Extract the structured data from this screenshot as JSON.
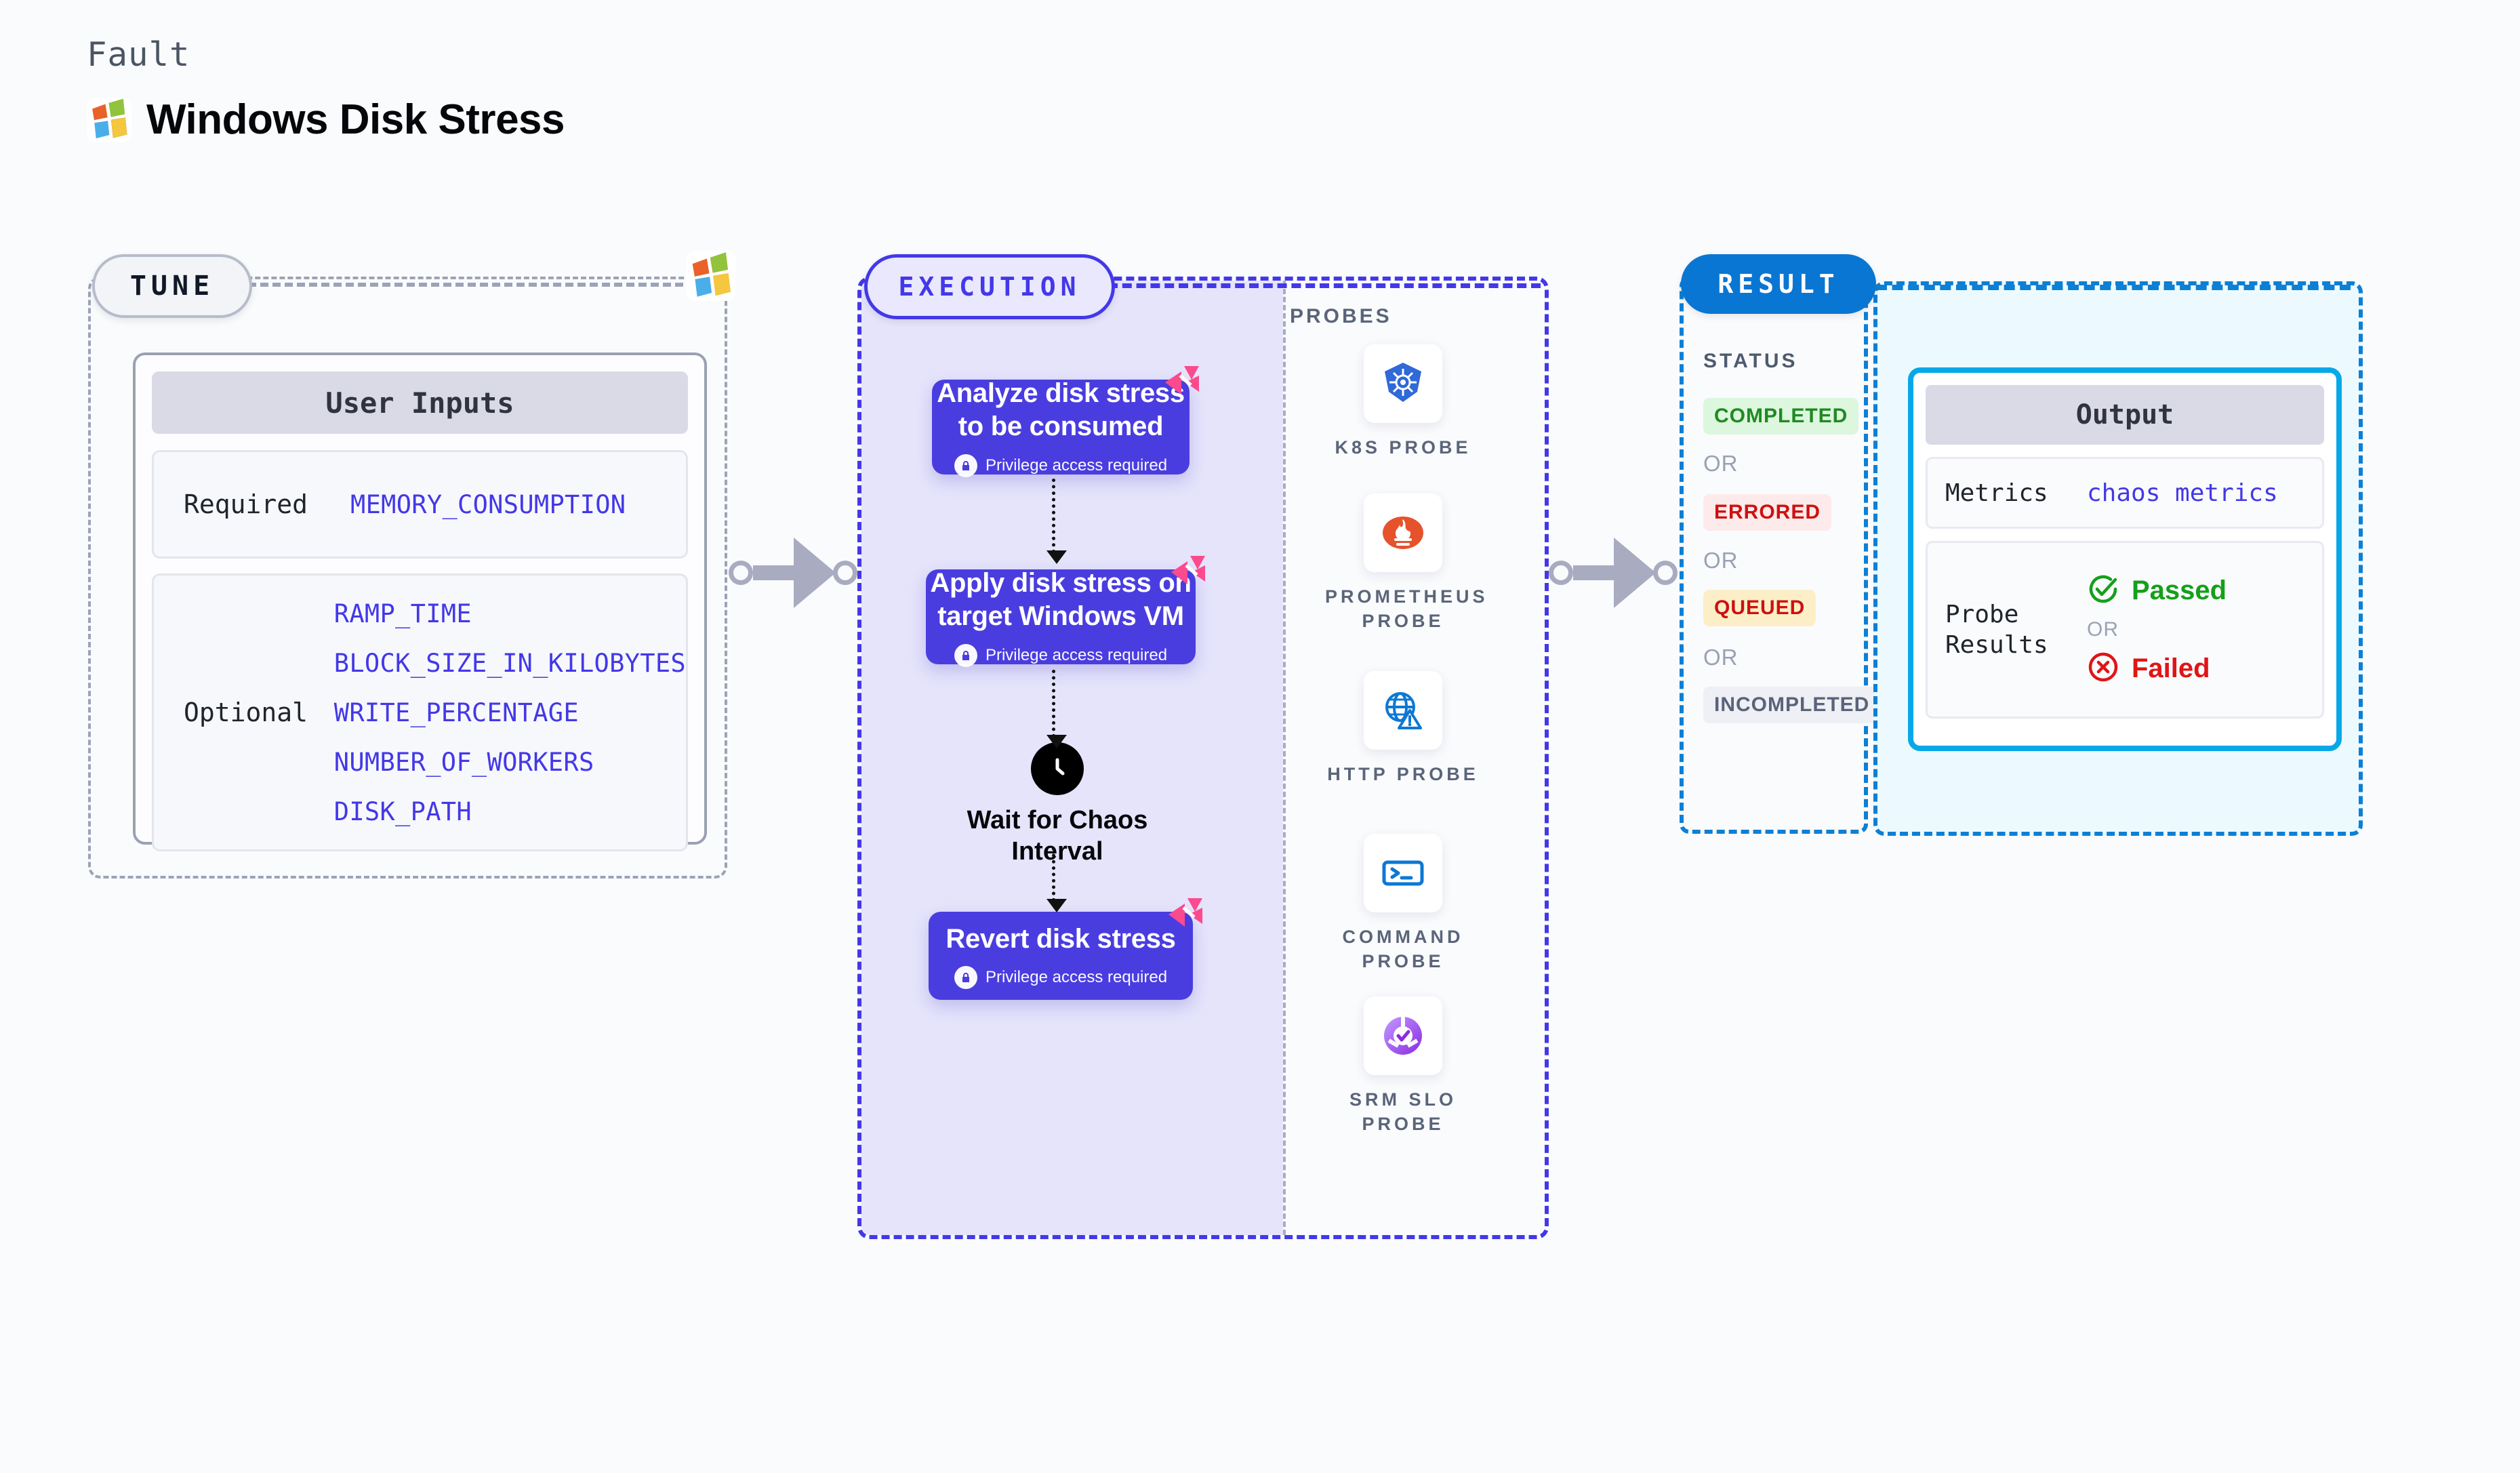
{
  "header": {
    "kicker": "Fault",
    "title": "Windows Disk Stress",
    "logo_icon": "windows-logo-icon"
  },
  "tune": {
    "pill_label": "TUNE",
    "logo_icon": "windows-logo-icon",
    "user_inputs": {
      "header": "User Inputs",
      "required_label": "Required",
      "required_params": [
        "MEMORY_CONSUMPTION"
      ],
      "optional_label": "Optional",
      "optional_params": [
        "RAMP_TIME",
        "BLOCK_SIZE_IN_KILOBYTES",
        "WRITE_PERCENTAGE",
        "NUMBER_OF_WORKERS",
        "DISK_PATH"
      ]
    }
  },
  "execution": {
    "pill_label": "EXECUTION",
    "privilege_note": "Privilege access required",
    "steps": [
      {
        "title": "Analyze disk stress to be consumed",
        "privileged": true,
        "badge_icon": "litmus-chaos-icon"
      },
      {
        "title": "Apply disk stress on target Windows VM",
        "privileged": true,
        "badge_icon": "litmus-chaos-icon"
      },
      {
        "title": "Revert disk stress",
        "privileged": true,
        "badge_icon": "litmus-chaos-icon"
      }
    ],
    "wait": {
      "icon": "clock-icon",
      "label": "Wait for Chaos Interval"
    }
  },
  "probes": {
    "section_label": "PROBES",
    "items": [
      {
        "name": "K8S PROBE",
        "icon": "kubernetes-icon"
      },
      {
        "name": "PROMETHEUS PROBE",
        "icon": "prometheus-icon"
      },
      {
        "name": "HTTP PROBE",
        "icon": "http-globe-warning-icon"
      },
      {
        "name": "COMMAND PROBE",
        "icon": "terminal-icon"
      },
      {
        "name": "SRM SLO PROBE",
        "icon": "srm-slo-icon"
      }
    ]
  },
  "result": {
    "pill_label": "RESULT",
    "status_label": "STATUS",
    "or_label": "OR",
    "statuses": [
      {
        "label": "COMPLETED",
        "bg": "#ddf6de",
        "fg": "#1f8a22"
      },
      {
        "label": "ERRORED",
        "bg": "#fdeaea",
        "fg": "#cc1111"
      },
      {
        "label": "QUEUED",
        "bg": "#fcefc7",
        "fg": "#cc1111"
      },
      {
        "label": "INCOMPLETED",
        "bg": "#eef0f5",
        "fg": "#59637a"
      }
    ]
  },
  "output": {
    "header": "Output",
    "metrics_label": "Metrics",
    "metrics_value": "chaos metrics",
    "probe_results_label": "Probe Results",
    "passed_label": "Passed",
    "failed_label": "Failed",
    "or_label": "OR",
    "passed_icon": "check-circle-icon",
    "failed_icon": "x-circle-icon"
  },
  "colors": {
    "accent_purple": "#4338e8",
    "step_card": "#4a3de0",
    "result_blue": "#0a76d3",
    "output_cyan": "#07a8e8",
    "litmus_pink": "#fb4a8e",
    "page_bg": "#fafbfd"
  }
}
